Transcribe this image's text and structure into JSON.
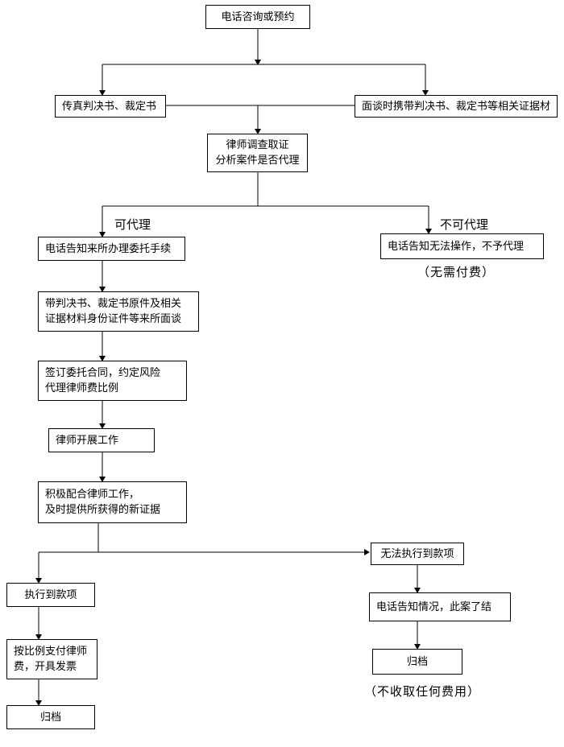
{
  "nodes": {
    "consult": "电话咨询或预约",
    "fax": "传真判决书、裁定书",
    "interview": "面谈时携带判决书、裁定书等相关证据材",
    "investigate": [
      "律师调查取证",
      "分析案件是否代理"
    ],
    "notify_procedure": "电话告知来所办理委托手续",
    "cannot_operate": "电话告知无法操作，不予代理",
    "bring_docs": [
      "带判决书、裁定书原件及相关",
      "证据材料身份证件等来所面谈"
    ],
    "sign_contract": [
      "签订委托合同，约定风险",
      "代理律师费比例"
    ],
    "lawyer_work": "律师开展工作",
    "cooperate": [
      "积极配合律师工作，",
      "及时提供所获得的新证据"
    ],
    "executed": "执行到款项",
    "pay_fee": [
      "按比例支付律师",
      "费，开具发票"
    ],
    "archive_left": "归档",
    "not_executed": "无法执行到款项",
    "notify_closed": "电话告知情况，此案了结",
    "archive_right": "归档"
  },
  "labels": {
    "can_represent": "可代理",
    "cannot_represent": "不可代理",
    "no_fee": "（无需付费）",
    "no_charge": "（不收取任何费用）"
  },
  "colors": {
    "line": "#000000",
    "box_border": "#000000",
    "background": "#ffffff"
  }
}
